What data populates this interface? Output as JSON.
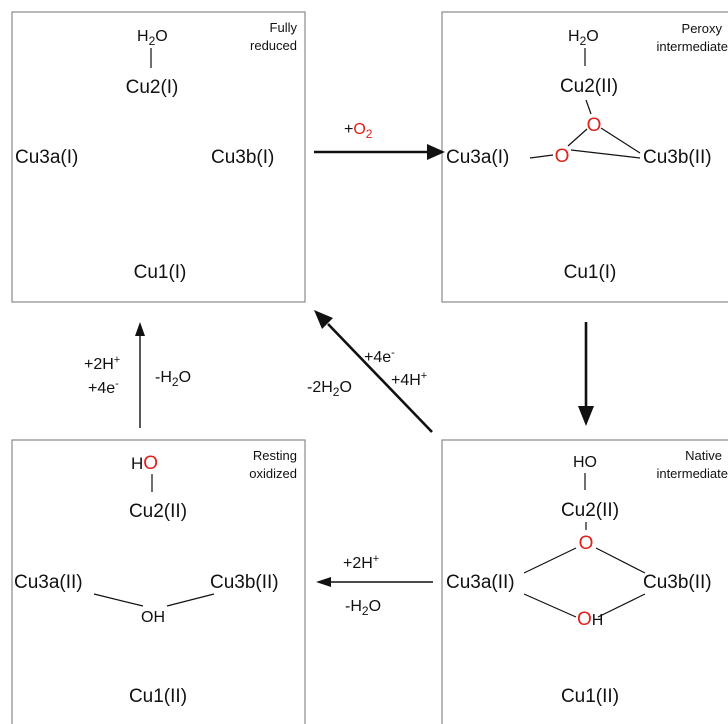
{
  "accent": {
    "oxygen": "#e0201b",
    "line": "#111111",
    "box_border": "#8a8a8a"
  },
  "panels": {
    "fully_reduced": {
      "caption": [
        "Fully",
        "reduced"
      ],
      "water_h": "H",
      "water_sub": "2",
      "water_o": "O",
      "cu2": "Cu2(I)",
      "cu3a": "Cu3a(I)",
      "cu3b": "Cu3b(I)",
      "cu1": "Cu1(I)"
    },
    "peroxy": {
      "caption": [
        "Peroxy",
        "intermediate"
      ],
      "water_h": "H",
      "water_sub": "2",
      "water_o": "O",
      "cu2": "Cu2(II)",
      "cu3a": "Cu3a(I)",
      "cu3b": "Cu3b(II)",
      "cu1": "Cu1(I)",
      "oxygen_top": "O",
      "oxygen_left": "O"
    },
    "native": {
      "caption": [
        "Native",
        "intermediate"
      ],
      "hydroxo_top": "HO",
      "cu2": "Cu2(II)",
      "oxygen_top": "O",
      "cu3a": "Cu3a(II)",
      "cu3b": "Cu3b(II)",
      "oxygen_bottom": "O",
      "oxygen_bottom_h": "H",
      "cu1": "Cu1(II)"
    },
    "resting": {
      "caption": [
        "Resting",
        "oxidized"
      ],
      "hydroxo_h": "H",
      "hydroxo_o": "O",
      "cu2": "Cu2(II)",
      "cu3a": "Cu3a(II)",
      "cu3b": "Cu3b(II)",
      "bridge_oh": "OH",
      "cu1": "Cu1(II)"
    }
  },
  "arrows": {
    "oxygen_binding": {
      "plus": "+",
      "o": "O",
      "sub": "2"
    },
    "resting_to_reduced": {
      "proton": "+2H",
      "proton_sup": "+",
      "electron": "+4e",
      "electron_sup": "-",
      "water_minus": "-H",
      "water_sub": "2",
      "water_o": "O"
    },
    "diagonal": {
      "electrons": "+4e",
      "electrons_sup": "-",
      "protons": "+4H",
      "protons_sup": "+",
      "water": "-2H",
      "water_sub": "2",
      "water_o": "O"
    },
    "native_to_resting": {
      "proton": "+2H",
      "proton_sup": "+",
      "water_minus": "-H",
      "water_sub": "2",
      "water_o": "O"
    }
  }
}
